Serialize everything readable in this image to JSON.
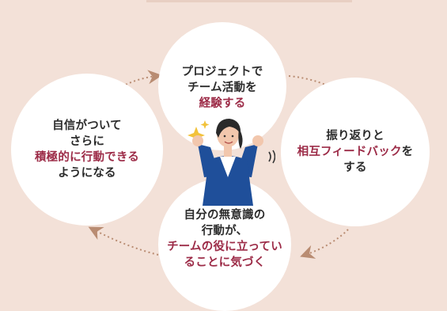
{
  "colors": {
    "background": "#f3e1d8",
    "circle": "#ffffff",
    "text": "#2b2b2b",
    "highlight": "#9c2b47",
    "arrow": "#b98c72",
    "jacket": "#1f4f9a",
    "hair": "#2a2a2a"
  },
  "cycle": {
    "top": {
      "lines": [
        [
          {
            "t": "プロジェクトで"
          }
        ],
        [
          {
            "t": "チーム活動を"
          }
        ],
        [
          {
            "t": "経験する",
            "hl": true
          }
        ]
      ]
    },
    "right": {
      "lines": [
        [
          {
            "t": "振り返りと"
          }
        ],
        [
          {
            "t": "相互フィードバック",
            "hl": true
          },
          {
            "t": "を"
          }
        ],
        [
          {
            "t": "する"
          }
        ]
      ]
    },
    "bottom": {
      "lines": [
        [
          {
            "t": "自分の無意識の"
          }
        ],
        [
          {
            "t": "行動が、"
          }
        ],
        [
          {
            "t": "チームの役に立ってい",
            "hl": true
          }
        ],
        [
          {
            "t": "ることに気づく",
            "hl": true
          }
        ]
      ]
    },
    "left": {
      "lines": [
        [
          {
            "t": "自信がついて"
          }
        ],
        [
          {
            "t": "さらに"
          }
        ],
        [
          {
            "t": "積極的に行動できる",
            "hl": true
          }
        ],
        [
          {
            "t": "ようになる"
          }
        ]
      ]
    }
  },
  "icons": {
    "person": "person-cheering-icon",
    "sparkle": "sparkle-icon",
    "arrow": "dotted-arrow-icon"
  }
}
